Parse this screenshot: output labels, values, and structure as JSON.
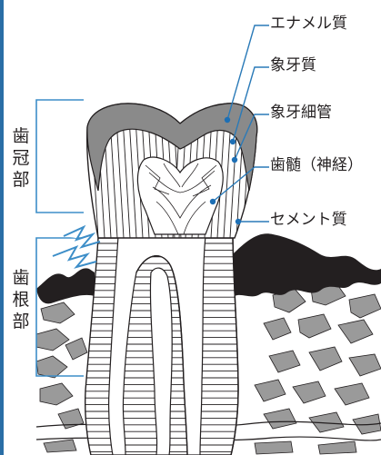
{
  "labels": {
    "enamel": "エナメル質",
    "dentin": "象牙質",
    "dentinal_tubules": "象牙細管",
    "pulp": "歯髄（神経）",
    "cementum": "セメント質"
  },
  "side_labels": {
    "crown": [
      "歯",
      "冠",
      "部"
    ],
    "root": [
      "歯",
      "根",
      "部"
    ]
  },
  "colors": {
    "frame": "#2a6ea6",
    "leader": "#2a7ab8",
    "dot": "#1d6fb5",
    "bracket": "#3d8ec8",
    "lightning": "#3d8ec8",
    "enamel": "#8a8a8a",
    "gum": "#231f20",
    "bone": "#9a9a9a",
    "line": "#231f20"
  }
}
